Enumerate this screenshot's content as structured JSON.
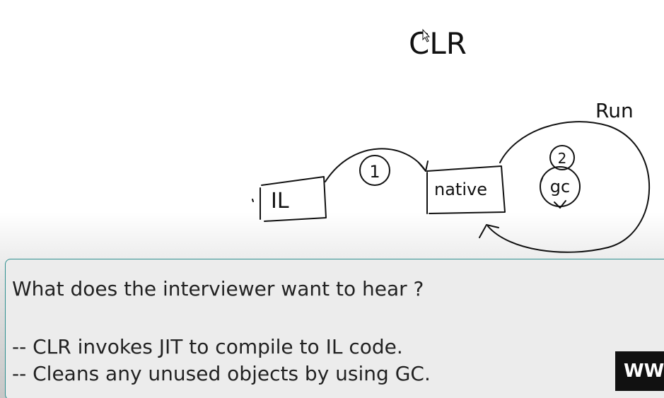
{
  "diagram": {
    "title": "CLR",
    "run_label": "Run",
    "il_label": "IL",
    "native_label": "native",
    "step1_label": "1",
    "step2_label": "2",
    "gc_label": "gc"
  },
  "caption": {
    "question": "What does the interviewer want to hear ?",
    "points": [
      "-- CLR  invokes JIT to compile to IL code.",
      "-- Cleans any unused objects by using GC."
    ]
  },
  "watermark": {
    "text": "WW"
  }
}
